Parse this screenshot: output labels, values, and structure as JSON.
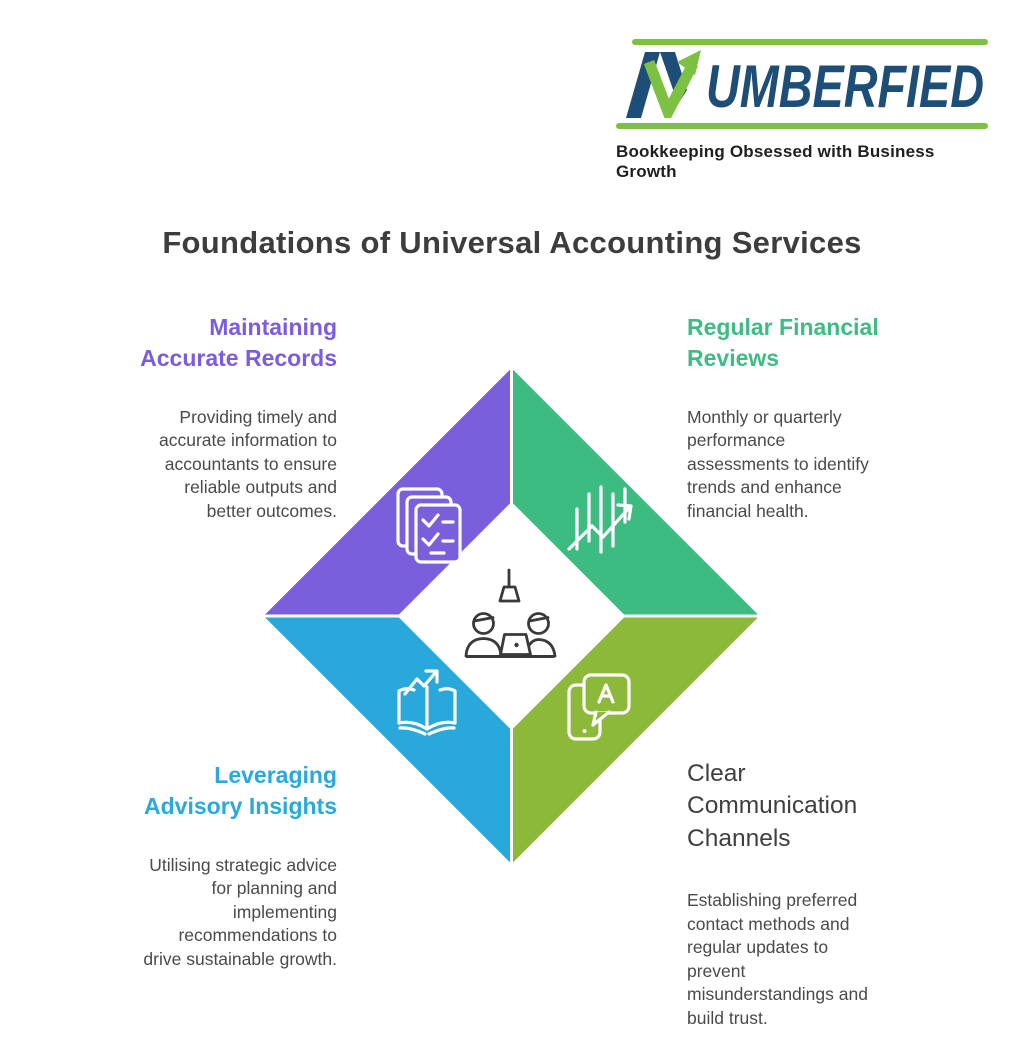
{
  "logo": {
    "brand_text": "UMBERFIED",
    "brand_first_letter": "N",
    "tagline": "Bookkeeping Obsessed with Business Growth",
    "mark": "arrow-n-logo-icon",
    "colors": {
      "navy": "#1d4e78",
      "green": "#7dc142"
    }
  },
  "title": "Foundations of Universal Accounting Services",
  "quadrants": [
    {
      "position": "top-left",
      "heading": "Maintaining\nAccurate Records",
      "body": "Providing timely and\naccurate information to\naccountants to ensure\nreliable outputs and\nbetter outcomes.",
      "heading_color": "#7b5be2",
      "triangle_color": "#7a5fdc",
      "icon": "documents-checklist-icon"
    },
    {
      "position": "top-right",
      "heading": "Regular Financial\nReviews",
      "body": "Monthly or quarterly\nperformance\nassessments to identify\ntrends and enhance\nfinancial health.",
      "heading_color": "#3cbd83",
      "triangle_color": "#3dbc82",
      "icon": "growth-chart-icon"
    },
    {
      "position": "bottom-left",
      "heading": "Leveraging\nAdvisory Insights",
      "body": "Utilising strategic advice\nfor planning and\nimplementing\nrecommendations to\ndrive sustainable growth.",
      "heading_color": "#29a9dc",
      "triangle_color": "#29a8db",
      "icon": "open-book-arrow-icon"
    },
    {
      "position": "bottom-right",
      "heading": "Clear\nCommunication\nChannels",
      "body": "Establishing preferred\ncontact methods and\nregular updates to\nprevent\nmisunderstandings and\nbuild trust.",
      "heading_color": "#3f3f3f",
      "triangle_color": "#8cb93a",
      "icon": "phone-chat-icon"
    }
  ],
  "center_icon": "collaboration-desk-icon"
}
